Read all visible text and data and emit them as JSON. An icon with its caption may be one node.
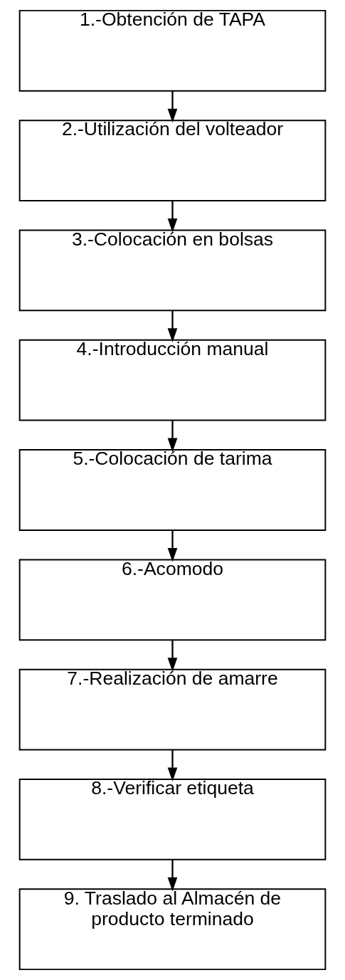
{
  "diagram": {
    "nodes": [
      {
        "text": [
          "1.-Obtención de TAPA"
        ]
      },
      {
        "text": [
          "2.-Utilización del volteador"
        ]
      },
      {
        "text": [
          "3.-Colocación en bolsas"
        ]
      },
      {
        "text": [
          "4.-Introducción manual"
        ]
      },
      {
        "text": [
          "5.-Colocación de tarima"
        ]
      },
      {
        "text": [
          "6.-Acomodo"
        ]
      },
      {
        "text": [
          "7.-Realización de amarre"
        ]
      },
      {
        "text": [
          "8.-Verificar etiqueta"
        ]
      },
      {
        "text": [
          "9. Traslado al Almacén de producto terminado"
        ]
      }
    ],
    "edges": [
      {
        "from": 0,
        "to": 1,
        "arrow": "to"
      },
      {
        "from": 1,
        "to": 2,
        "arrow": "to"
      },
      {
        "from": 2,
        "to": 3,
        "arrow": "to"
      },
      {
        "from": 3,
        "to": 4,
        "arrow": "to"
      },
      {
        "from": 4,
        "to": 5,
        "arrow": "to"
      },
      {
        "from": 5,
        "to": 6,
        "arrow": "to"
      },
      {
        "from": 6,
        "to": 7,
        "arrow": "to"
      },
      {
        "from": 7,
        "to": 8,
        "arrow": "to"
      }
    ]
  }
}
